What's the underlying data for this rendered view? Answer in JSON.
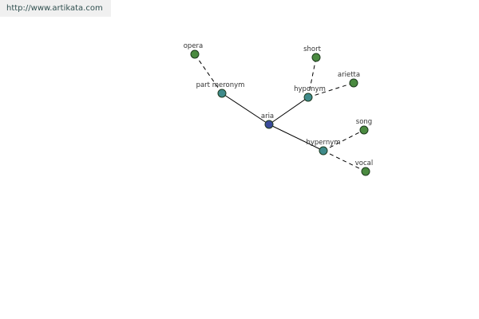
{
  "header": {
    "url_text": "http://www.artikata.com"
  },
  "colors": {
    "center_node": "#3a4a9a",
    "relation_node": "#3f8a8a",
    "leaf_node": "#4a8a40"
  },
  "nodes": {
    "center": {
      "label": "aria"
    },
    "part_meronym": {
      "label": "part meronym"
    },
    "hyponym": {
      "label": "hyponym"
    },
    "hypernym": {
      "label": "hypernym"
    },
    "opera": {
      "label": "opera"
    },
    "short": {
      "label": "short"
    },
    "arietta": {
      "label": "arietta"
    },
    "song": {
      "label": "song"
    },
    "vocal": {
      "label": "vocal"
    }
  }
}
